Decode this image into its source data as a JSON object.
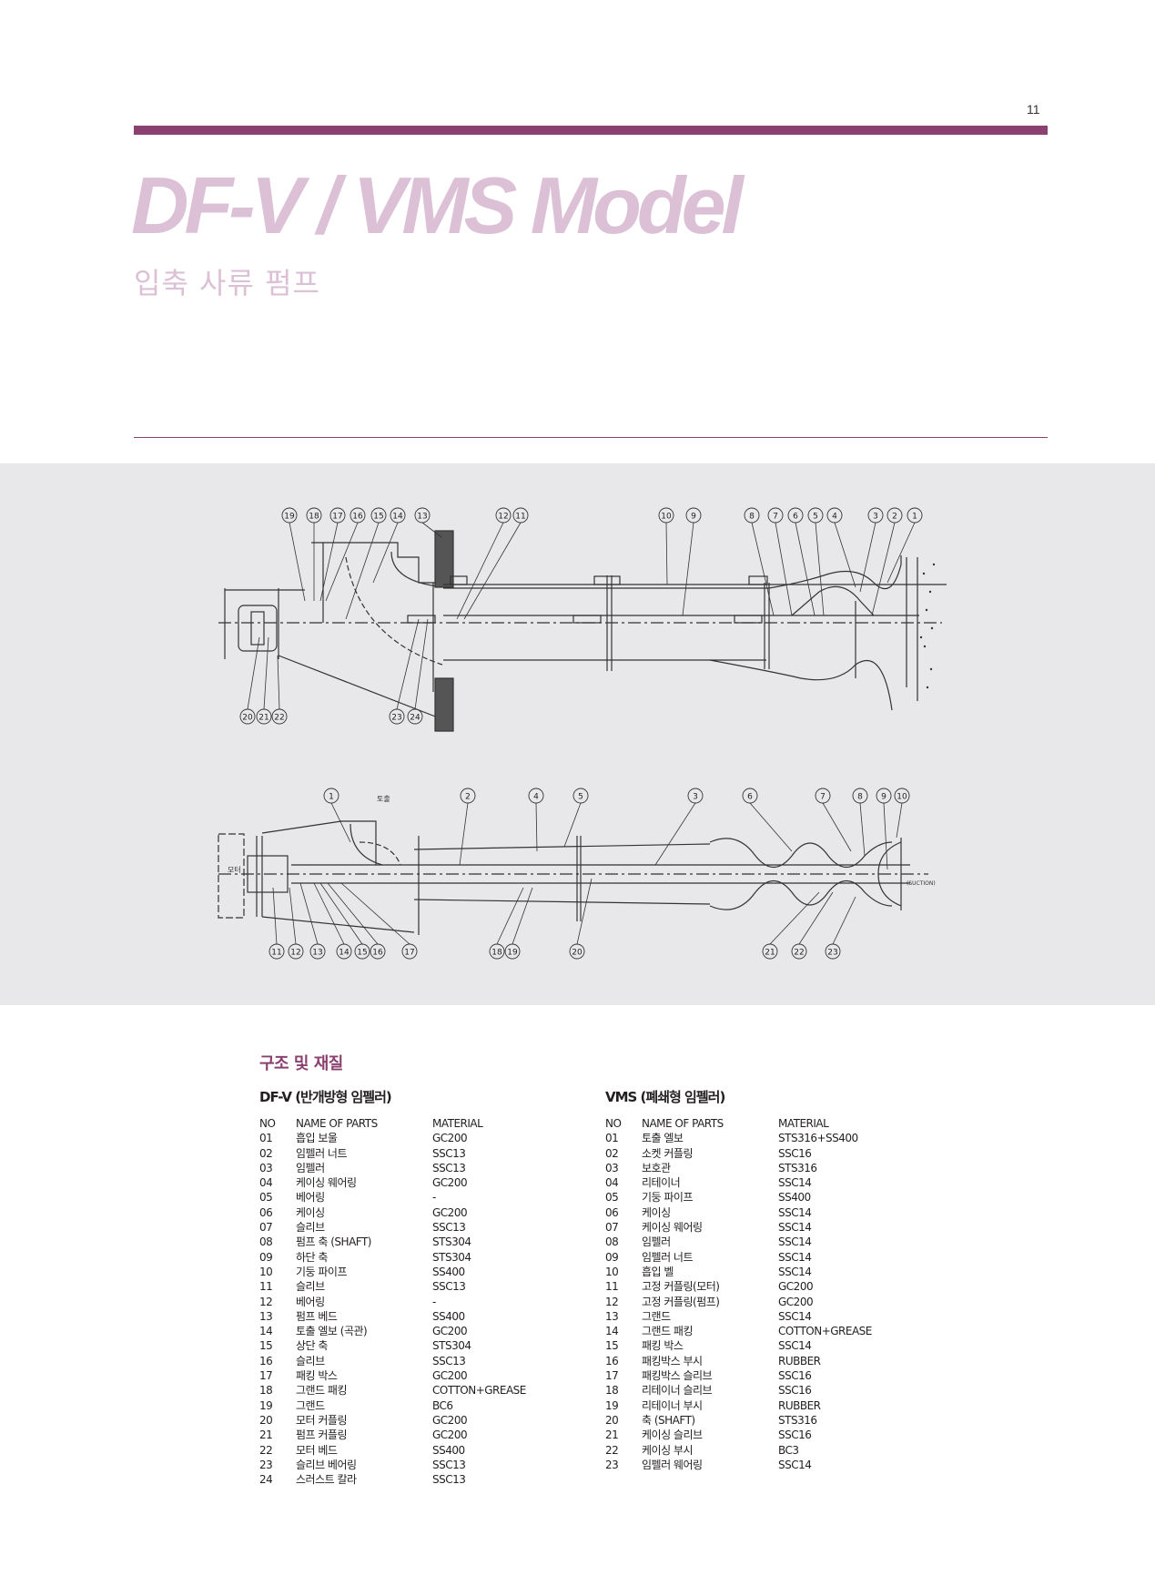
{
  "page_number": "11",
  "title": "DF-V / VMS Model",
  "subtitle": "입축 사류 펌프",
  "diagram1": {
    "callouts": [
      "19",
      "18",
      "17",
      "16",
      "15",
      "14",
      "13",
      "12",
      "11",
      "10",
      "9",
      "8",
      "7",
      "6",
      "5",
      "4",
      "3",
      "2",
      "1",
      "20",
      "21",
      "22",
      "23",
      "24"
    ]
  },
  "diagram2": {
    "callouts": [
      "1",
      "2",
      "4",
      "5",
      "3",
      "6",
      "7",
      "8",
      "9",
      "10",
      "11",
      "12",
      "13",
      "14",
      "15",
      "16",
      "17",
      "18",
      "19",
      "20",
      "21",
      "22",
      "23"
    ],
    "discharge_label": "토출",
    "motor_label": "모터",
    "suction_label": "(SUCTION)"
  },
  "section_title": "구조 및 재질",
  "tables": [
    {
      "title": "DF-V (반개방형 임펠러)",
      "headers": {
        "no": "NO",
        "name": "NAME OF PARTS",
        "material": "MATERIAL"
      },
      "rows": [
        {
          "no": "01",
          "name": "흡입 보울",
          "material": "GC200"
        },
        {
          "no": "02",
          "name": "임펠러 너트",
          "material": "SSC13"
        },
        {
          "no": "03",
          "name": "임펠러",
          "material": "SSC13"
        },
        {
          "no": "04",
          "name": "케이싱 웨어링",
          "material": "GC200"
        },
        {
          "no": "05",
          "name": "베어링",
          "material": "-"
        },
        {
          "no": "06",
          "name": "케이싱",
          "material": "GC200"
        },
        {
          "no": "07",
          "name": "슬리브",
          "material": "SSC13"
        },
        {
          "no": "08",
          "name": "펌프 축 (SHAFT)",
          "material": "STS304"
        },
        {
          "no": "09",
          "name": "하단 축",
          "material": "STS304"
        },
        {
          "no": "10",
          "name": "기둥 파이프",
          "material": "SS400"
        },
        {
          "no": "11",
          "name": "슬리브",
          "material": "SSC13"
        },
        {
          "no": "12",
          "name": "베어링",
          "material": "-"
        },
        {
          "no": "13",
          "name": "펌프 베드",
          "material": "SS400"
        },
        {
          "no": "14",
          "name": "토출 엘보 (곡관)",
          "material": "GC200"
        },
        {
          "no": "15",
          "name": "상단 축",
          "material": "STS304"
        },
        {
          "no": "16",
          "name": "슬리브",
          "material": "SSC13"
        },
        {
          "no": "17",
          "name": "패킹 박스",
          "material": "GC200"
        },
        {
          "no": "18",
          "name": "그랜드 패킹",
          "material": "COTTON+GREASE"
        },
        {
          "no": "19",
          "name": "그랜드",
          "material": "BC6"
        },
        {
          "no": "20",
          "name": "모터 커플링",
          "material": "GC200"
        },
        {
          "no": "21",
          "name": "펌프 커플링",
          "material": "GC200"
        },
        {
          "no": "22",
          "name": "모터 베드",
          "material": "SS400"
        },
        {
          "no": "23",
          "name": "슬리브 베어링",
          "material": "SSC13"
        },
        {
          "no": "24",
          "name": "스러스트 칼라",
          "material": "SSC13"
        }
      ]
    },
    {
      "title": "VMS (폐쇄형 임펠러)",
      "headers": {
        "no": "NO",
        "name": "NAME OF PARTS",
        "material": "MATERIAL"
      },
      "rows": [
        {
          "no": "01",
          "name": "토출 엘보",
          "material": "STS316+SS400"
        },
        {
          "no": "02",
          "name": "소켓 커플링",
          "material": "SSC16"
        },
        {
          "no": "03",
          "name": "보호관",
          "material": "STS316"
        },
        {
          "no": "04",
          "name": "리테이너",
          "material": "SSC14"
        },
        {
          "no": "05",
          "name": "기둥 파이프",
          "material": "SS400"
        },
        {
          "no": "06",
          "name": "케이싱",
          "material": "SSC14"
        },
        {
          "no": "07",
          "name": "케이싱 웨어링",
          "material": "SSC14"
        },
        {
          "no": "08",
          "name": "임펠러",
          "material": "SSC14"
        },
        {
          "no": "09",
          "name": "임펠러 너트",
          "material": "SSC14"
        },
        {
          "no": "10",
          "name": "흡입 벨",
          "material": "SSC14"
        },
        {
          "no": "11",
          "name": "고정 커플링(모터)",
          "material": "GC200"
        },
        {
          "no": "12",
          "name": "고정 커플링(펌프)",
          "material": "GC200"
        },
        {
          "no": "13",
          "name": "그랜드",
          "material": "SSC14"
        },
        {
          "no": "14",
          "name": "그랜드 패킹",
          "material": "COTTON+GREASE"
        },
        {
          "no": "15",
          "name": "패킹 박스",
          "material": "SSC14"
        },
        {
          "no": "16",
          "name": "패킹박스 부시",
          "material": "RUBBER"
        },
        {
          "no": "17",
          "name": "패킹박스 슬리브",
          "material": "SSC16"
        },
        {
          "no": "18",
          "name": "리테이너 슬리브",
          "material": "SSC16"
        },
        {
          "no": "19",
          "name": "리테이너 부시",
          "material": "RUBBER"
        },
        {
          "no": "20",
          "name": "축 (SHAFT)",
          "material": "STS316"
        },
        {
          "no": "21",
          "name": "케이싱 슬리브",
          "material": "SSC16"
        },
        {
          "no": "22",
          "name": "케이싱 부시",
          "material": "BC3"
        },
        {
          "no": "23",
          "name": "임펠러 웨어링",
          "material": "SSC14"
        }
      ]
    }
  ],
  "colors": {
    "accent": "#8b416f",
    "title": "#dcc1d6",
    "band": "#e8e8ea"
  }
}
